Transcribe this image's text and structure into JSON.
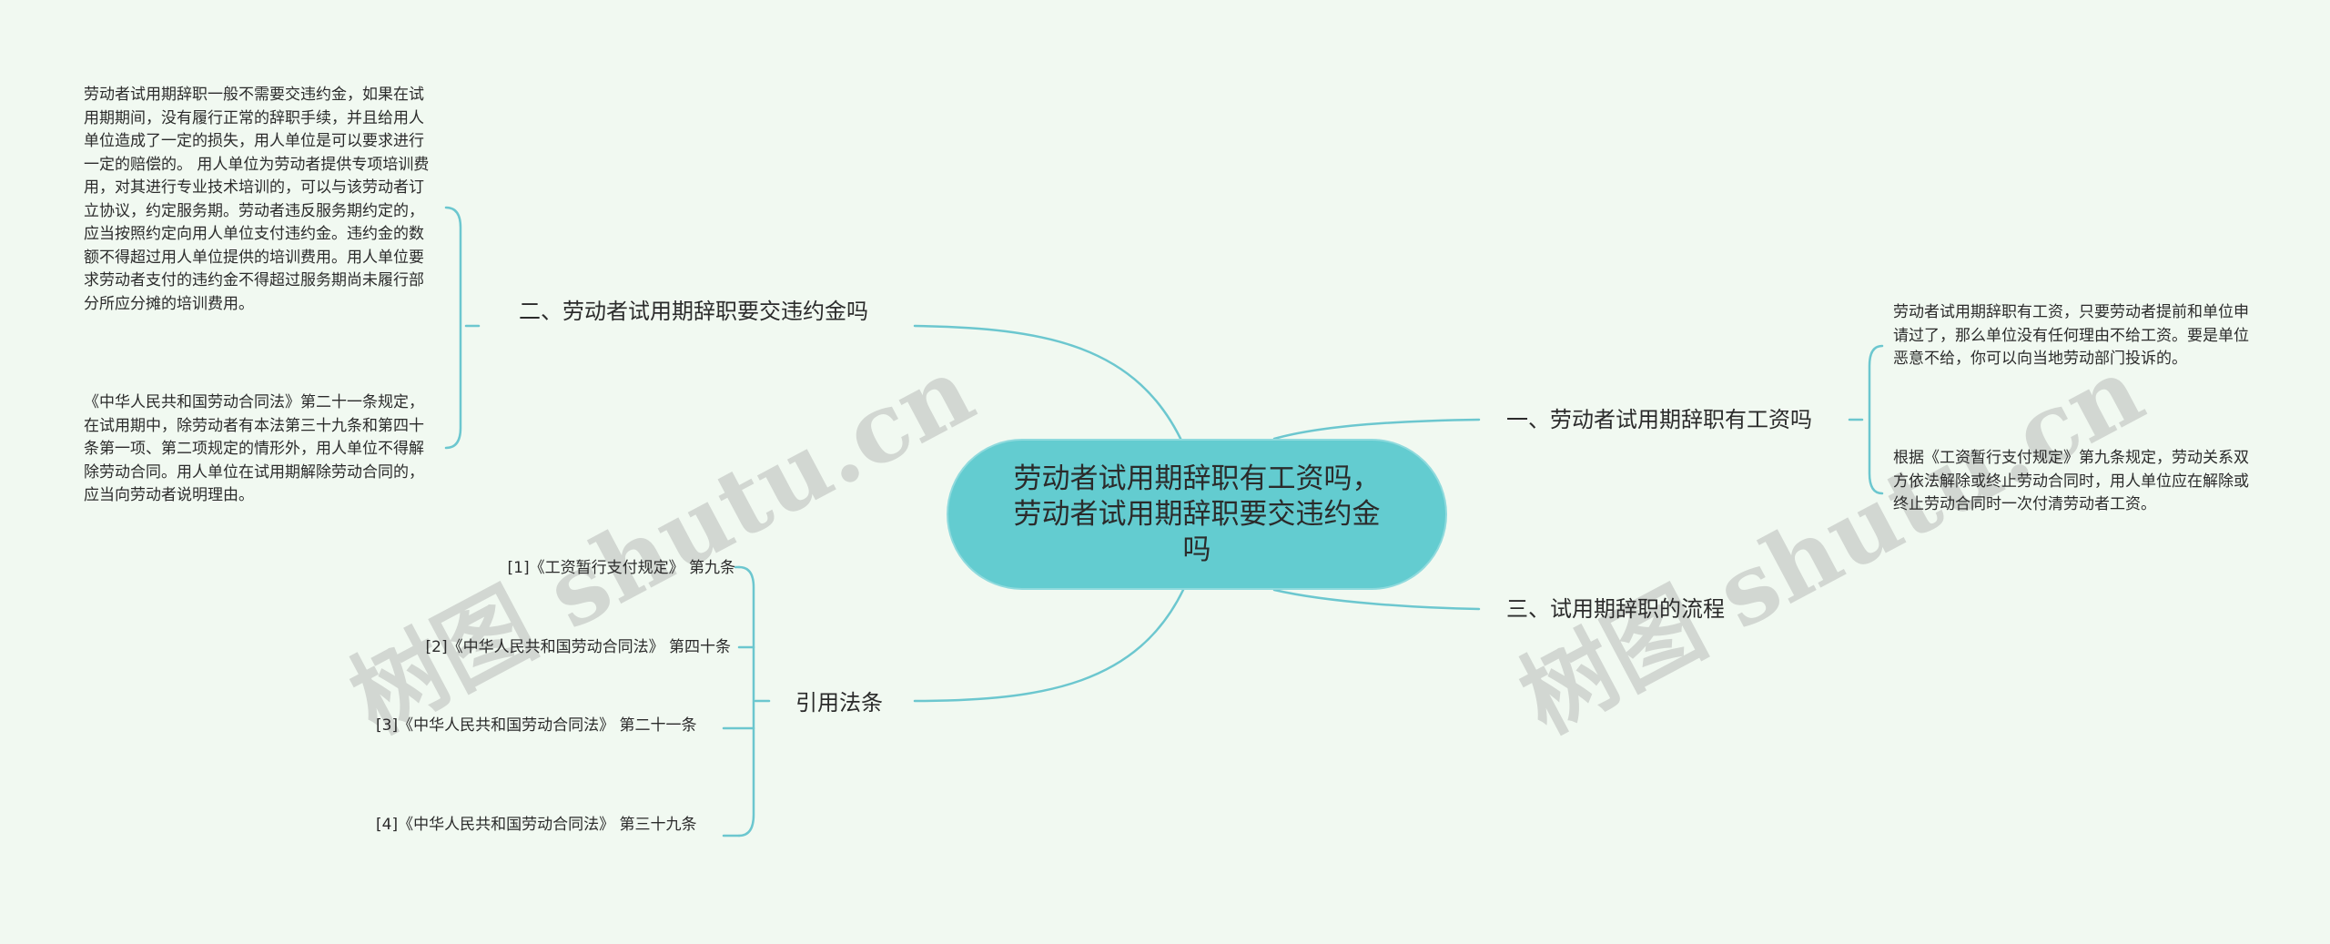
{
  "mindmap": {
    "center": "劳动者试用期辞职有工资吗，劳动者试用期辞职要交违约金吗",
    "branches": {
      "b1": "一、劳动者试用期辞职有工资吗",
      "b2": "二、劳动者试用期辞职要交违约金吗",
      "b3": "三、试用期辞职的流程",
      "b4": "引用法条"
    },
    "leaves": {
      "b1_a": "劳动者试用期辞职有工资，只要劳动者提前和单位申请过了，那么单位没有任何理由不给工资。要是单位恶意不给，你可以向当地劳动部门投诉的。",
      "b1_b": "根据《工资暂行支付规定》第九条规定，劳动关系双方依法解除或终止劳动合同时，用人单位应在解除或终止劳动合同时一次付清劳动者工资。",
      "b2_a": "劳动者试用期辞职一般不需要交违约金，如果在试用期期间，没有履行正常的辞职手续，并且给用人单位造成了一定的损失，用人单位是可以要求进行一定的赔偿的。 用人单位为劳动者提供专项培训费用，对其进行专业技术培训的，可以与该劳动者订立协议，约定服务期。劳动者违反服务期约定的，应当按照约定向用人单位支付违约金。违约金的数额不得超过用人单位提供的培训费用。用人单位要求劳动者支付的违约金不得超过服务期尚未履行部分所应分摊的培训费用。",
      "b2_b": "《中华人民共和国劳动合同法》第二十一条规定，在试用期中，除劳动者有本法第三十九条和第四十条第一项、第二项规定的情形外，用人单位不得解除劳动合同。用人单位在试用期解除劳动合同的，应当向劳动者说明理由。",
      "law1": "[1]《工资暂行支付规定》 第九条",
      "law2": "[2]《中华人民共和国劳动合同法》 第四十条",
      "law3": "[3]《中华人民共和国劳动合同法》 第二十一条",
      "law4": "[4]《中华人民共和国劳动合同法》 第三十九条"
    }
  },
  "watermark": "树图 shutu.cn",
  "colors": {
    "background": "#f1f9f1",
    "center_fill": "#63ccd0",
    "connector": "#6cc7cf"
  }
}
